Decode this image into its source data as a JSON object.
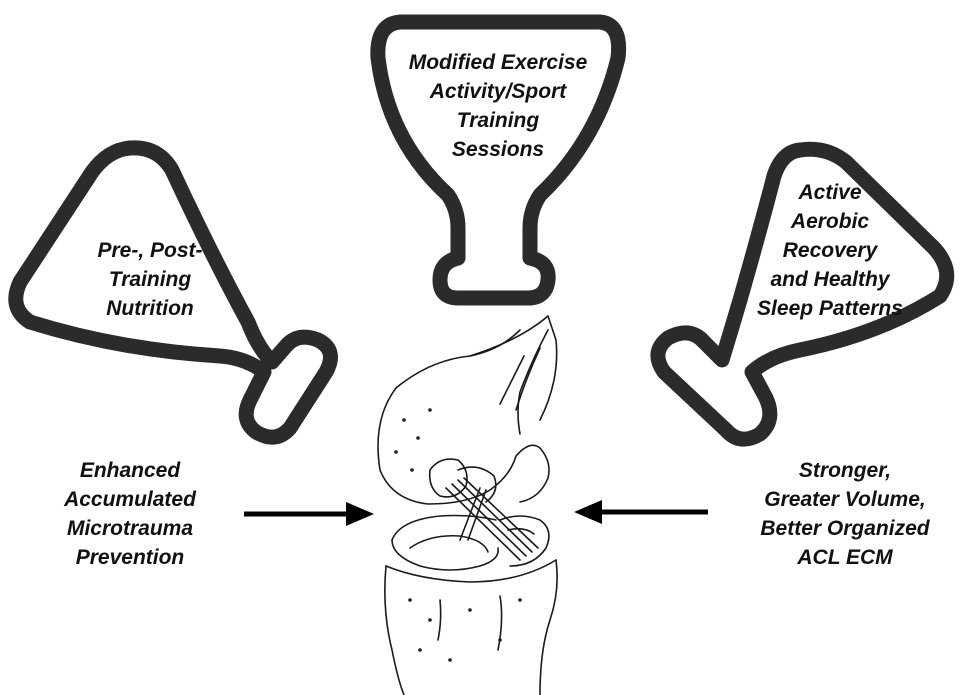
{
  "flask_top": {
    "lines": [
      "Modified Exercise",
      "Activity/Sport",
      "Training",
      "Sessions"
    ]
  },
  "flask_left": {
    "lines": [
      "Pre-, Post-",
      "Training",
      "Nutrition"
    ]
  },
  "flask_right": {
    "lines": [
      "Active",
      "Aerobic",
      "Recovery",
      "and Healthy",
      "Sleep Patterns"
    ]
  },
  "outcome_left": {
    "lines": [
      "Enhanced",
      "Accumulated",
      "Microtrauma",
      "Prevention"
    ]
  },
  "outcome_right": {
    "lines": [
      "Stronger,",
      "Greater Volume,",
      "Better Organized",
      "ACL ECM"
    ]
  },
  "colors": {
    "outline": "#2b2b2b",
    "text": "#111111",
    "arrow": "#000000",
    "sketch": "#1a1a1a"
  },
  "icons": [
    "flask-icon",
    "knee-joint-illustration",
    "arrow-right-icon",
    "arrow-left-icon"
  ]
}
